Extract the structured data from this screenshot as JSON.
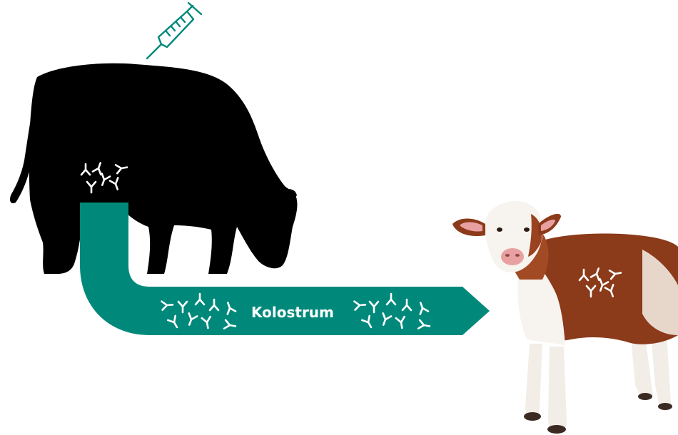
{
  "diagram": {
    "arrow_label": "Kolostrum",
    "colors": {
      "accent": "#00897b",
      "cow": "#000000",
      "antibody": "#ffffff",
      "calf_brown": "#8b3a1a",
      "calf_white": "#f7f3ee",
      "calf_pink": "#e8a0a0"
    },
    "icons": [
      "syringe-icon",
      "antibody-icon",
      "cow-silhouette",
      "calf-image"
    ]
  }
}
